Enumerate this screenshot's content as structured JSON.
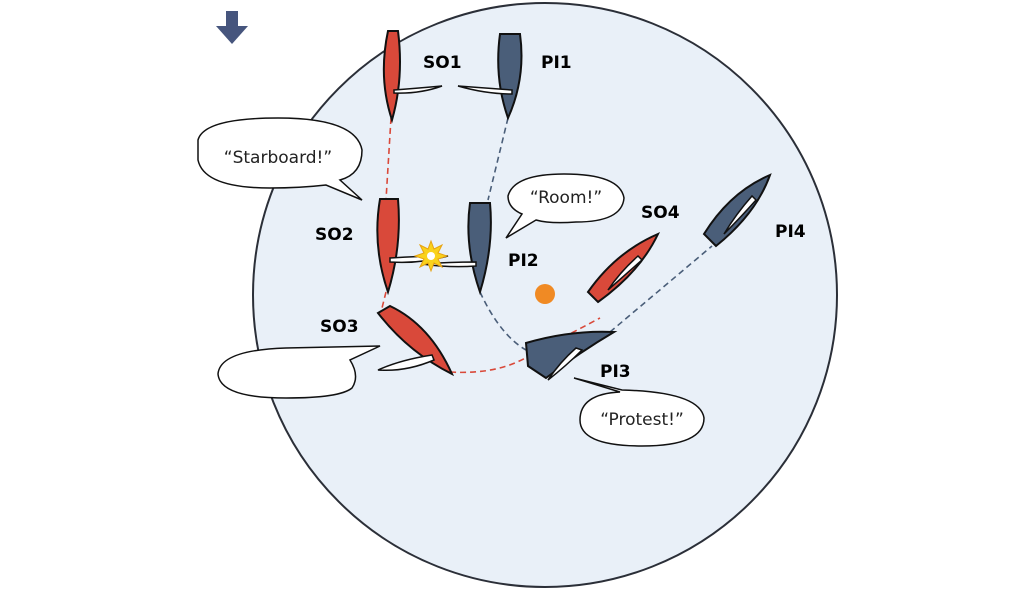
{
  "colors": {
    "circle_fill": "#e9f0f8",
    "circle_stroke": "#2b2f38",
    "starboard_boat": "#d9493a",
    "port_boat": "#4a5e79",
    "mark": "#f08a24",
    "arrow": "#46557d",
    "collision": "#f9d21b"
  },
  "icons": {
    "wind_arrow": "down-arrow-icon",
    "collision": "starburst-icon",
    "mark": "mark-buoy-icon"
  },
  "boats": {
    "so1": "SO1",
    "pi1": "PI1",
    "so2": "SO2",
    "pi2": "PI2",
    "so3": "SO3",
    "pi3": "PI3",
    "so4": "SO4",
    "pi4": "PI4"
  },
  "bubbles": {
    "starboard": "“Starboard!”",
    "room": "“Room!”",
    "protest": "“Protest!”",
    "empty": ""
  }
}
